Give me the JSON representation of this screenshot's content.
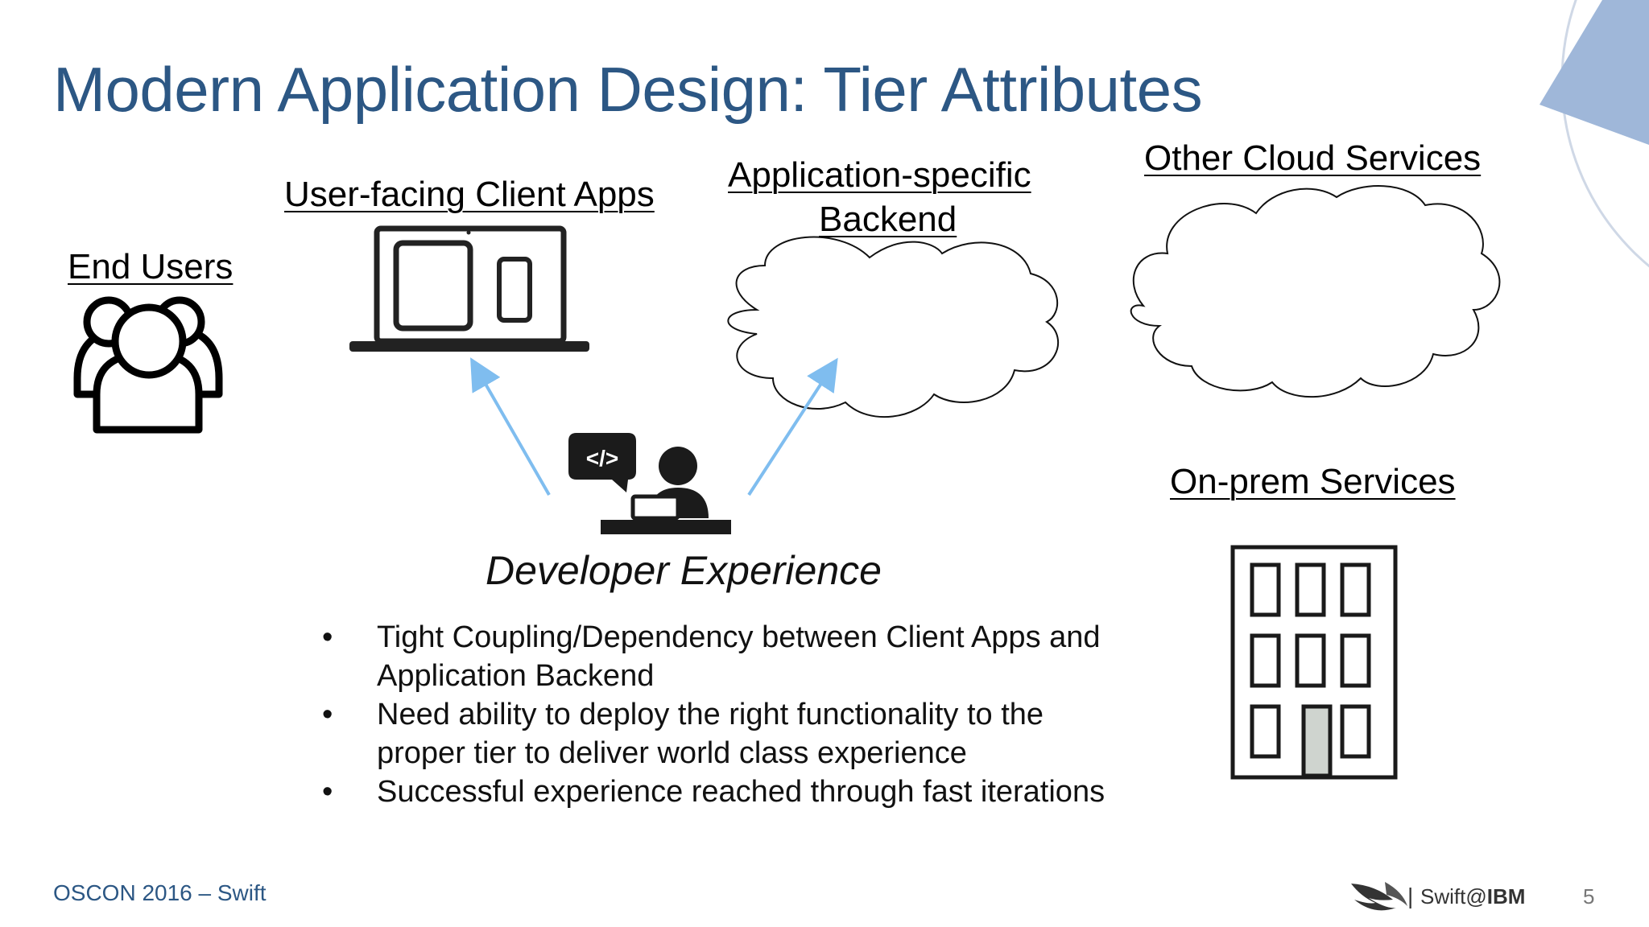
{
  "slide": {
    "title": "Modern Application Design: Tier Attributes",
    "labels": {
      "end_users": "End Users",
      "client_apps": "User-facing Client Apps",
      "backend_line1": "Application-specific",
      "backend_line2": "Backend",
      "cloud": "Other Cloud Services",
      "onprem": "On-prem Services"
    },
    "developer_caption": "Developer Experience",
    "code_glyph": "</>",
    "bullets": [
      "Tight Coupling/Dependency between Client Apps and Application Backend",
      "Need ability to deploy the right functionality to the proper tier to deliver world class experience",
      "Successful experience reached through fast iterations"
    ],
    "icons": [
      "users-group-icon",
      "laptop-devices-icon",
      "cloud-icon",
      "developer-icon",
      "building-icon",
      "swift-logo-icon"
    ],
    "colors": {
      "title": "#2c5784",
      "arrow": "#7fbdef",
      "corner": "#9fb7d9"
    }
  },
  "footer": {
    "event": "OSCON 2016 – Swift",
    "brand_prefix": "Swift@",
    "brand_suffix": "IBM",
    "separator": "|",
    "page_number": "5"
  }
}
